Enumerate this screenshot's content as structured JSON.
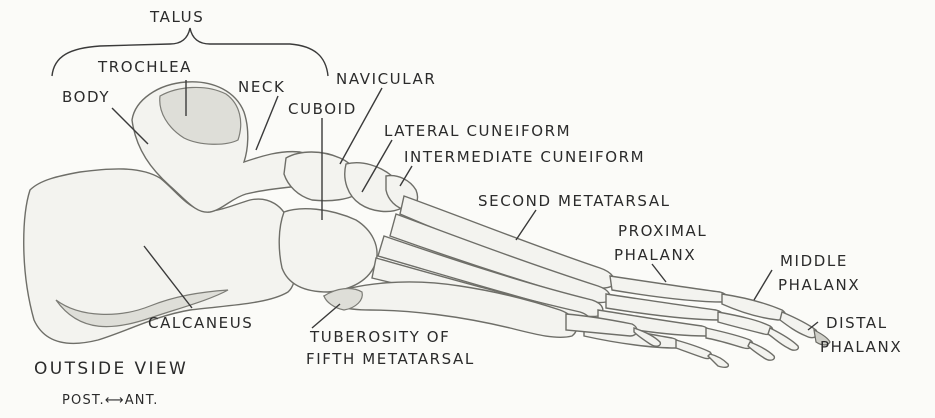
{
  "labels": {
    "talus": "TALUS",
    "trochlea": "TROCHLEA",
    "body": "BODY",
    "neck": "NECK",
    "navicular": "NAVICULAR",
    "cuboid": "CUBOID",
    "lateral_cuneiform": "LATERAL CUNEIFORM",
    "intermediate_cuneiform": "INTERMEDIATE CUNEIFORM",
    "second_metatarsal": "SECOND METATARSAL",
    "proximal_phalanx_1": "PROXIMAL",
    "proximal_phalanx_2": "PHALANX",
    "middle_phalanx_1": "MIDDLE",
    "middle_phalanx_2": "PHALANX",
    "distal_phalanx_1": "DISTAL",
    "distal_phalanx_2": "PHALANX",
    "calcaneus": "CALCANEUS",
    "tuberosity_1": "TUBEROSITY OF",
    "tuberosity_2": "FIFTH METATARSAL"
  },
  "caption": {
    "title": "OUTSIDE VIEW",
    "orientation": "POST.⟷ANT."
  }
}
